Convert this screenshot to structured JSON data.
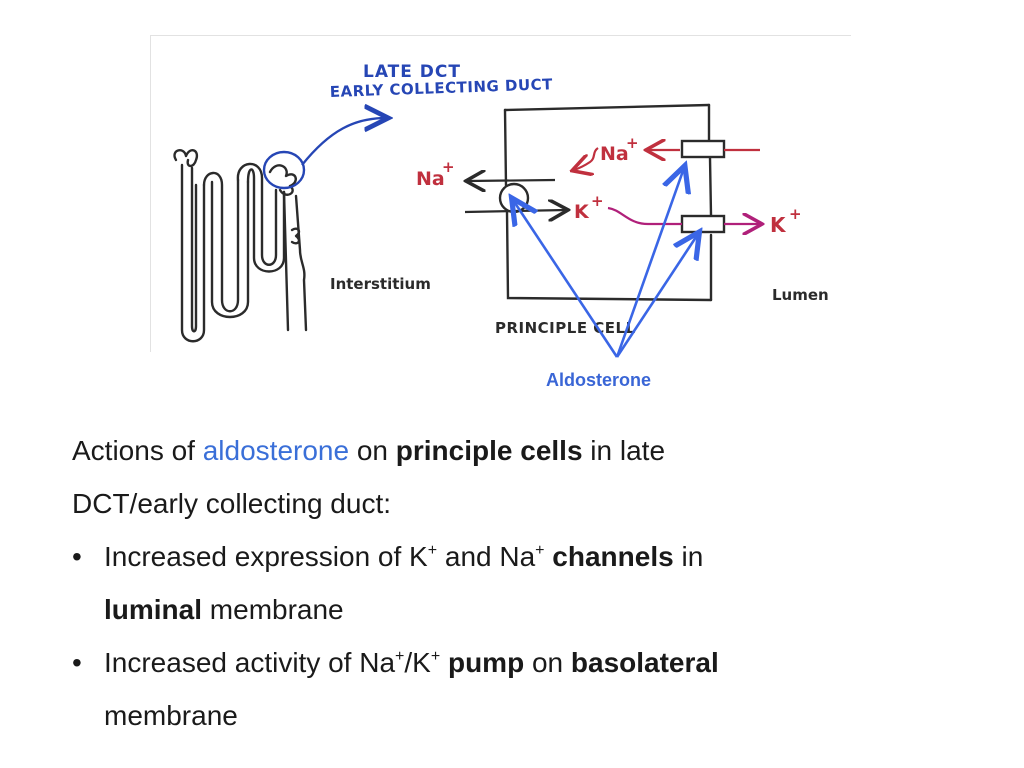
{
  "diagram": {
    "title_line1": "LATE DCT",
    "title_line2": "EARLY COLLECTING DUCT",
    "na_left": "Na",
    "na_right": "Na",
    "k_mid": "K",
    "k_right": "K",
    "plus": "+",
    "interstitium": "Interstitium",
    "lumen": "Lumen",
    "cell_label": "PRINCIPLE CELL",
    "aldosterone": "Aldosterone"
  },
  "content": {
    "intro": {
      "t1": "Actions of ",
      "t2": "aldosterone",
      "t3": " on ",
      "t4": "principle cells",
      "t5": " in late",
      "t6": "DCT/early collecting duct:"
    },
    "bullet1": {
      "dot": "•",
      "t1": "Increased expression of K",
      "s1": "+",
      "t2": " and Na",
      "s2": "+",
      "t3": " ",
      "t4": "channels",
      "t5": " in",
      "t6": "luminal",
      "t7": " membrane"
    },
    "bullet2": {
      "dot": "•",
      "t1": "Increased activity of Na",
      "s1": "+",
      "t2": "/K",
      "s2": "+",
      "t3": " ",
      "t4": "pump",
      "t5": " on ",
      "t6": "basolateral",
      "t7": "membrane"
    }
  },
  "colors": {
    "ink": "#2b2b2b",
    "blue_ink": "#2646b5",
    "red_ink": "#c0303e",
    "magenta_ink": "#b0207a",
    "arrow_blue": "#3a66e6",
    "aldosterone_text": "#3a66d6"
  }
}
